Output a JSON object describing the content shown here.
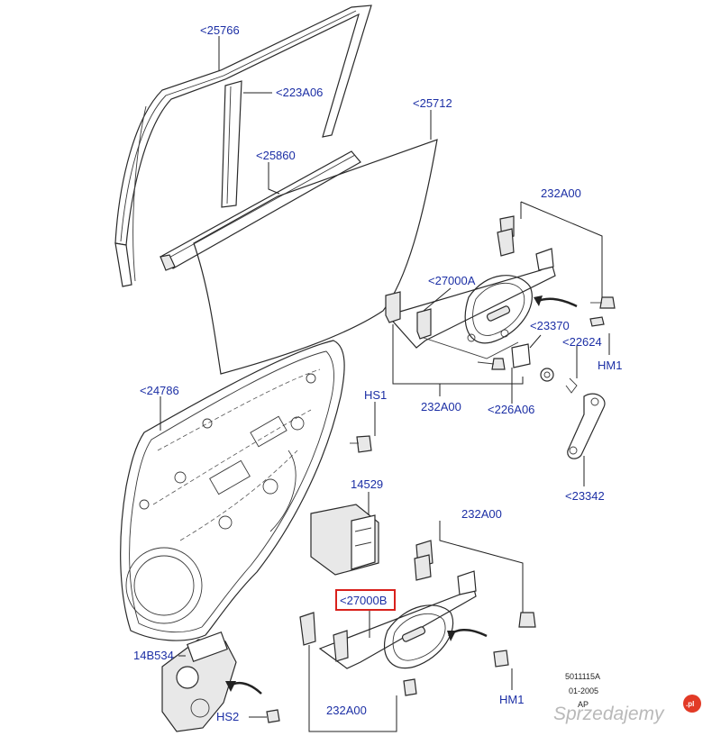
{
  "labels": {
    "run_channel_outer": "<25766",
    "run_channel_inner": "<223A06",
    "glass": "<25712",
    "belt_seal": "<25860",
    "clip_top": "232A00",
    "regulator_top": "<27000A",
    "bolt_23370": "<23370",
    "clip_22624": "<22624",
    "hm1_top": "HM1",
    "trim_panel": "<24786",
    "hs1": "HS1",
    "clip_mid": "232A00",
    "washer_226a06": "<226A06",
    "handle_23342": "<23342",
    "switch_14529": "14529",
    "clip_lower": "232A00",
    "regulator_lower": "<27000B",
    "motor": "14B534",
    "hm1_bottom": "HM1",
    "clip_bottom": "232A00",
    "hs2": "HS2"
  },
  "meta": {
    "code": "5011115A",
    "date": "01-2005",
    "suffix": "AP"
  },
  "watermark": {
    "text": "Sprzedajemy",
    "badge": ".pl"
  },
  "colors": {
    "label": "#1c2fa5",
    "highlight": "#d9211c",
    "line": "#2a2a2a"
  }
}
